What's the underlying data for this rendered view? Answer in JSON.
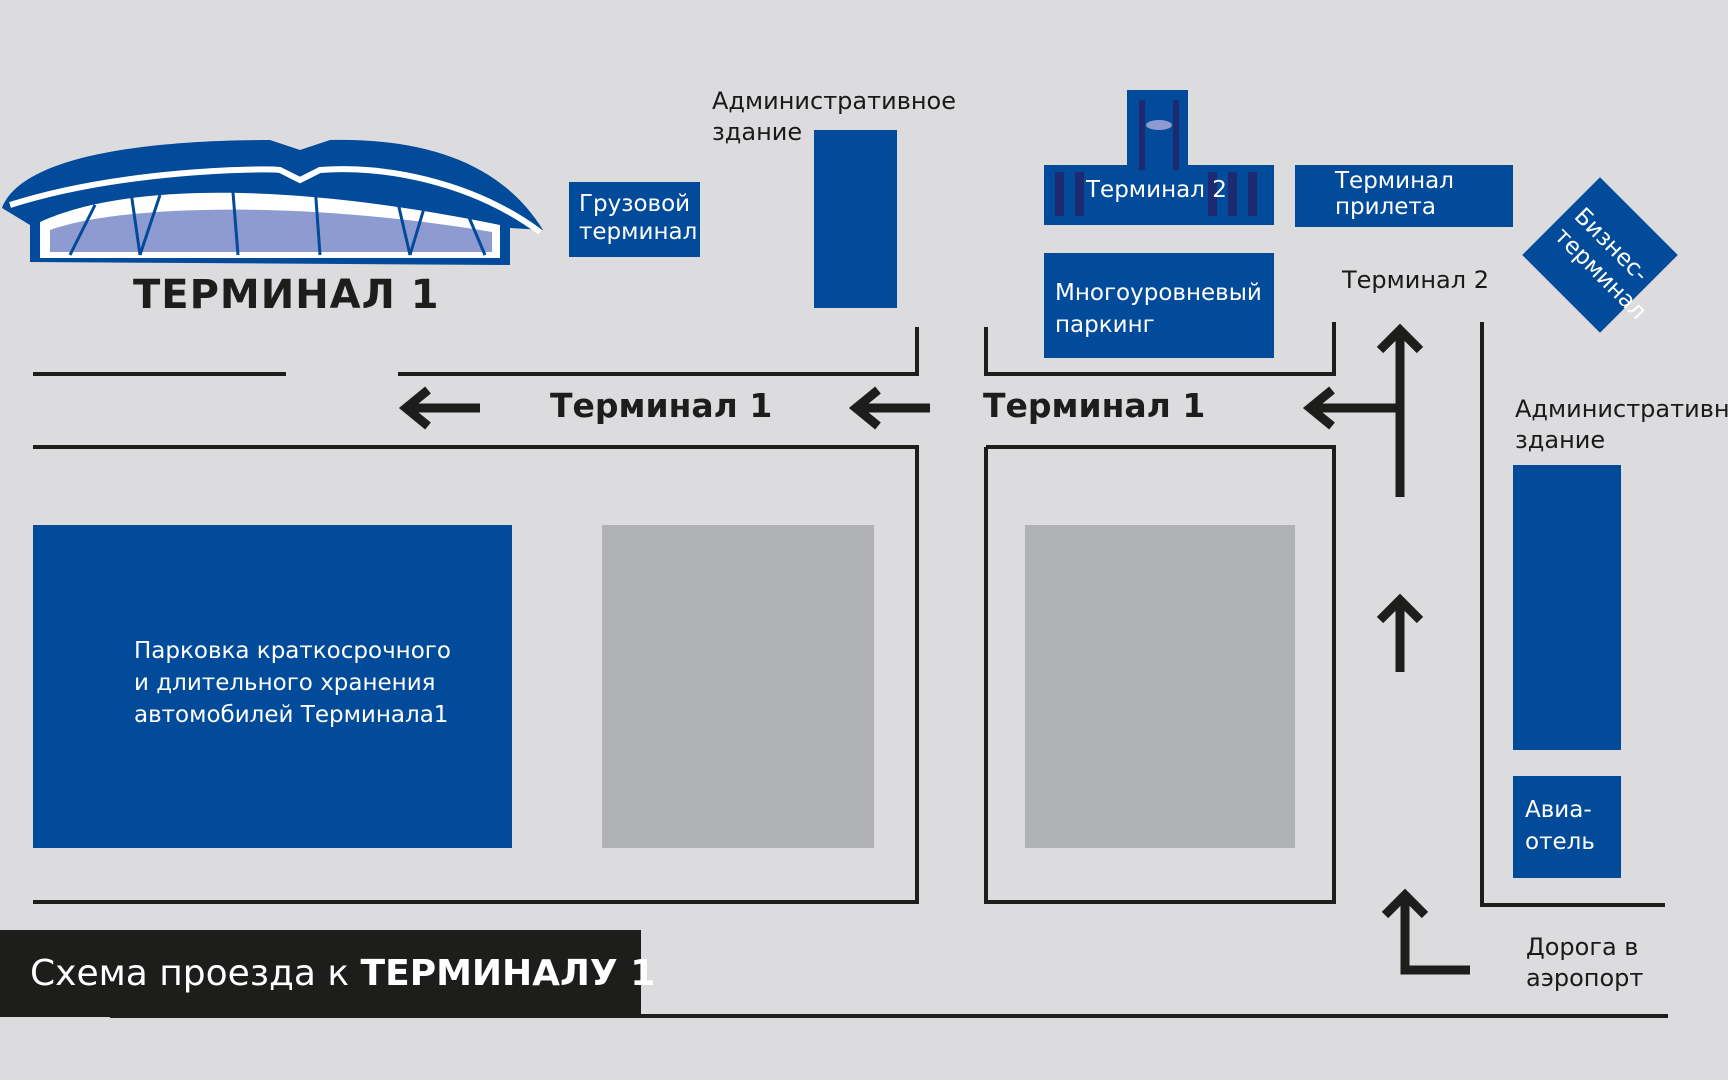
{
  "colors": {
    "background": "#dcdcde",
    "building": "#024a9a",
    "road": "#1d1d1b",
    "block": "#b0b1b4",
    "canopy": "#8e9bd0"
  },
  "terminal1_logo": "ТЕРМИНАЛ 1",
  "labels": {
    "admin_building_top": "Административное\nздание",
    "cargo_terminal": "Грузовой\nтерминал",
    "terminal2_building": "Терминал 2",
    "arrival_terminal": "Терминал\nприлета",
    "business_terminal": "Бизнес-\nтерминал",
    "multilevel_parking": "Многоуровневый\nпаркинг",
    "terminal2_road": "Терминал 2",
    "admin_building_right": "Административное\nздание",
    "parking_t1": "Парковка краткосрочного\nи длительного хранения\nавтомобилей Терминала1",
    "avia_hotel": "Авиа-\nотель",
    "airport_road": "Дорога в\nаэропорт"
  },
  "road_signs": {
    "left": "Терминал 1",
    "right": "Терминал 1"
  },
  "title": {
    "normal": "Схема проезда к ",
    "bold": "ТЕРМИНАЛУ 1"
  },
  "icons": [
    "arrow-left-icon",
    "arrow-up-icon",
    "turn-up-icon"
  ]
}
